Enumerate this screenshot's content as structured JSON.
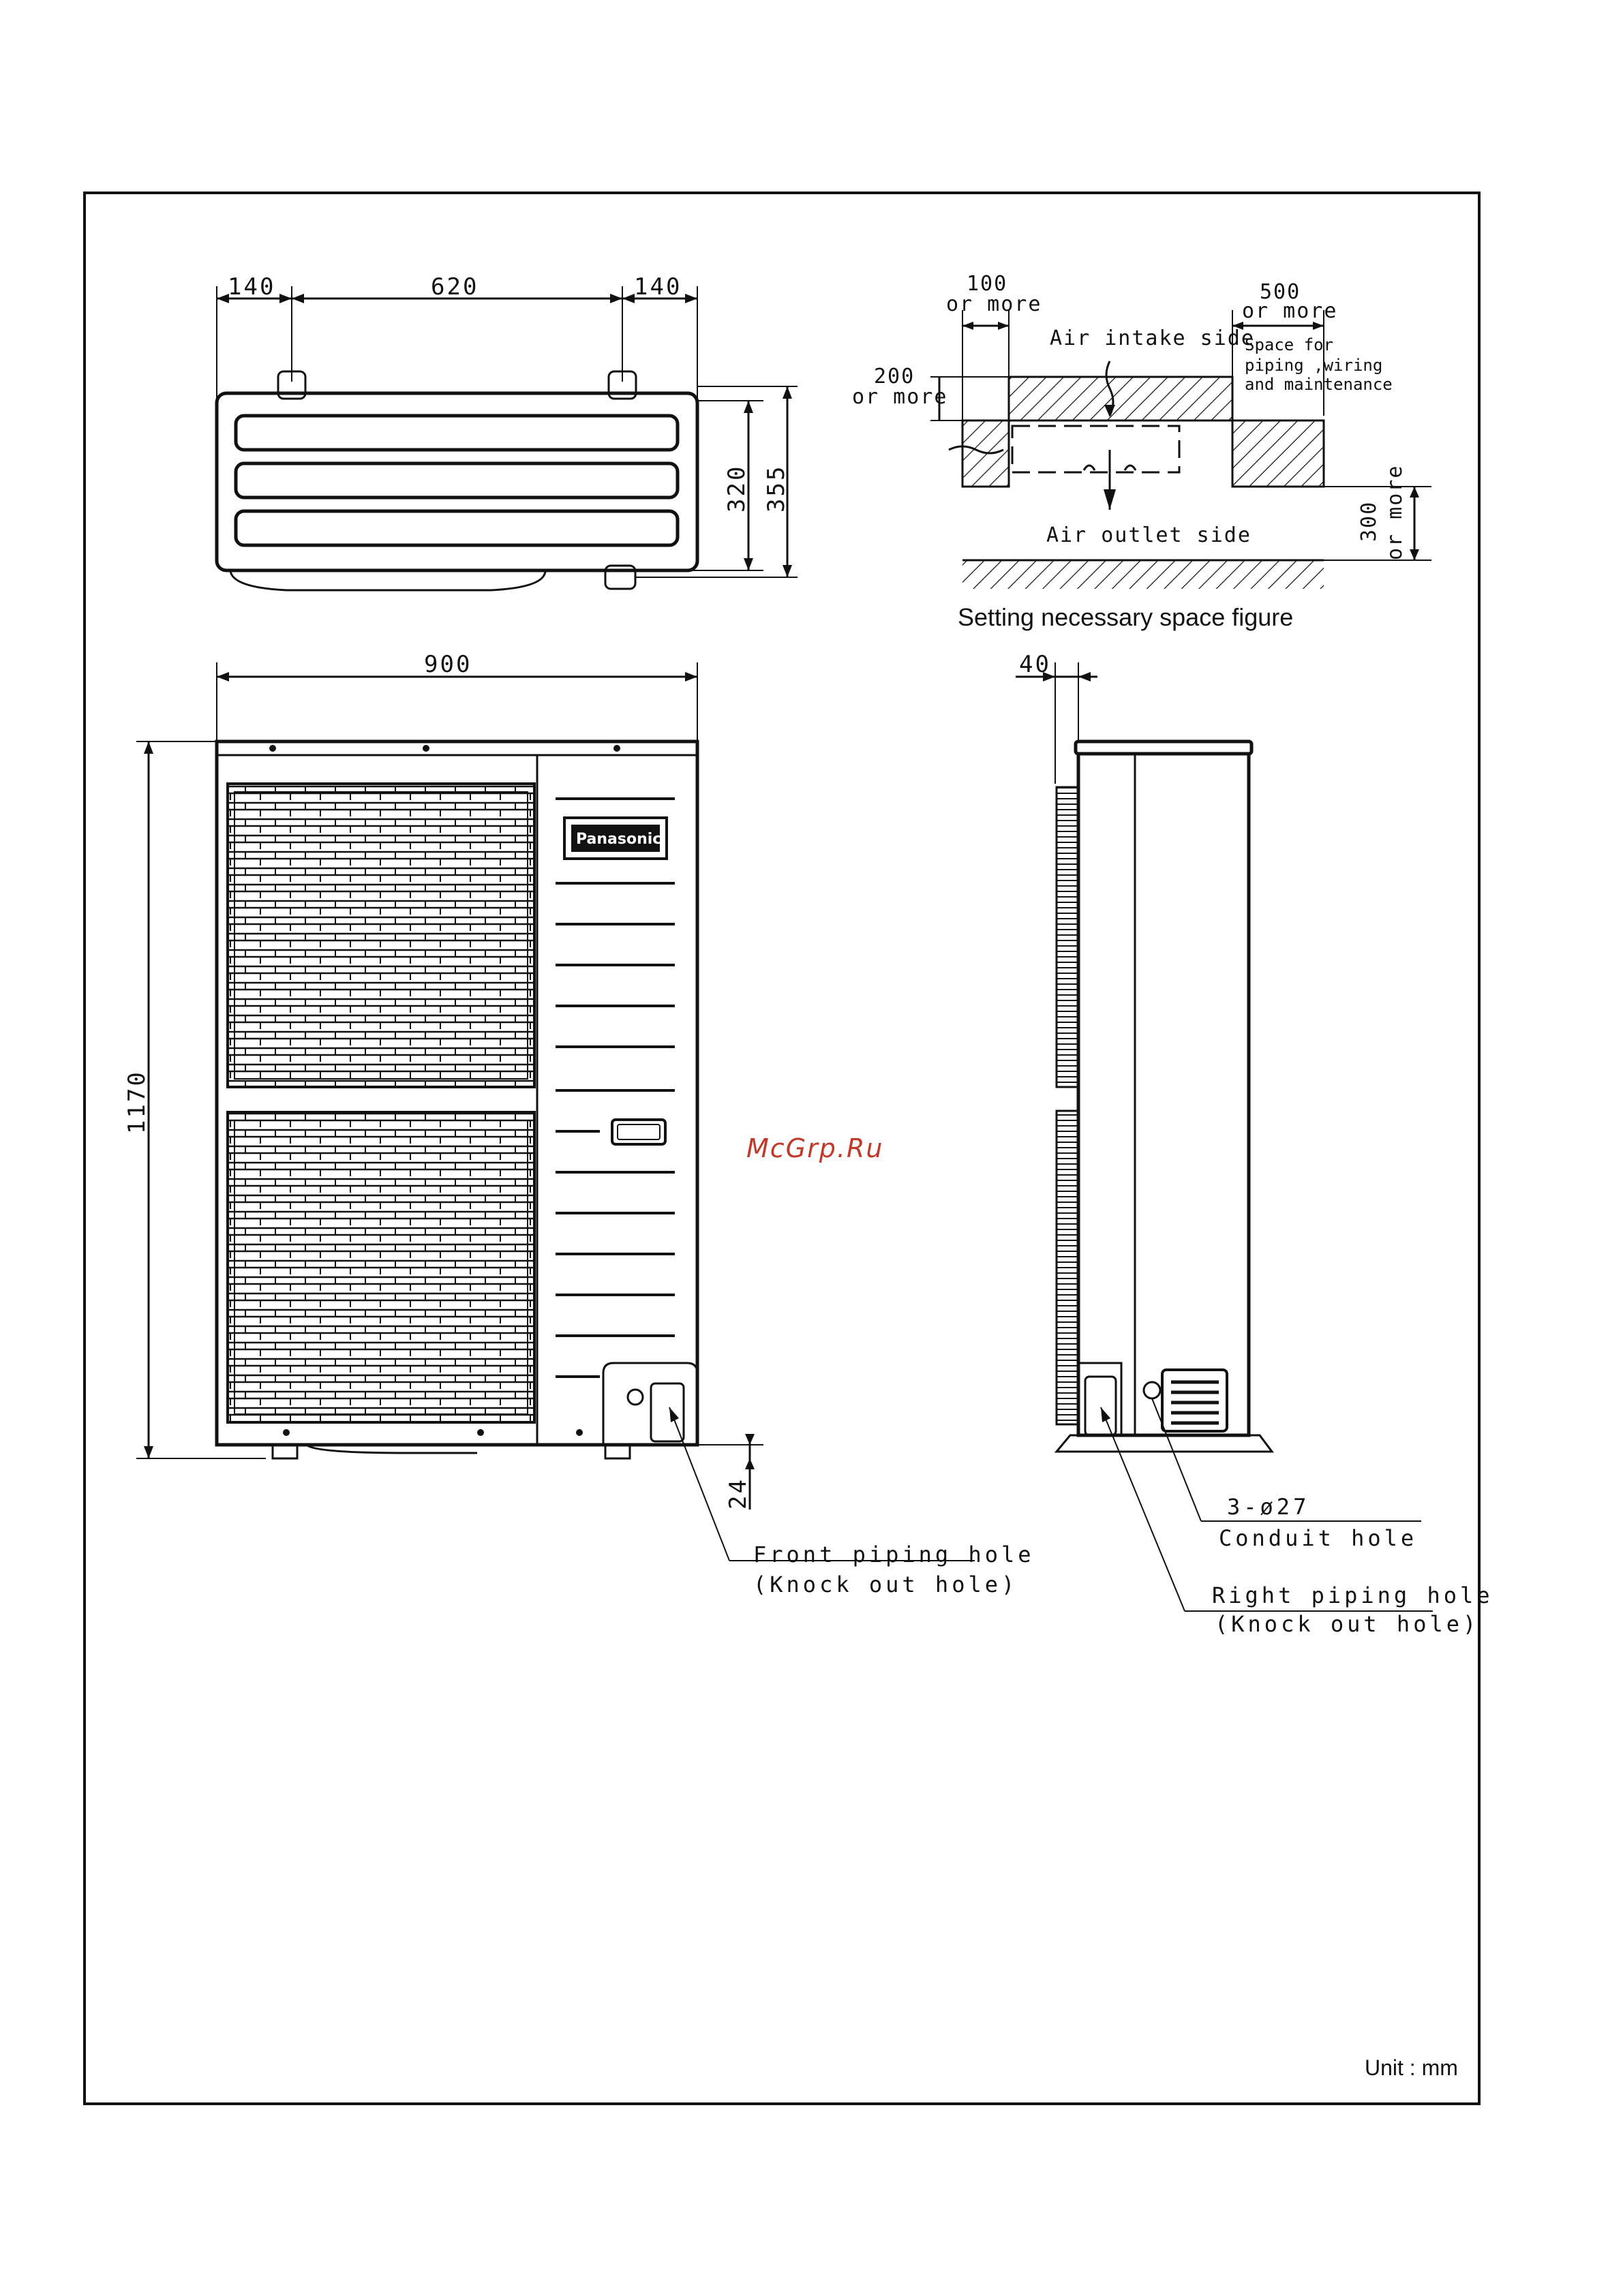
{
  "top_view": {
    "dim_left": "140",
    "dim_middle": "620",
    "dim_right": "140",
    "dim_depth_inner": "320",
    "dim_depth_outer": "355"
  },
  "space_figure": {
    "left_clearance_value": "100",
    "left_clearance_suffix": "or more",
    "intake_clearance_value": "200",
    "intake_clearance_suffix": "or more",
    "right_clearance_value": "500",
    "right_clearance_suffix": "or more",
    "service_note_line1": "Space for",
    "service_note_line2": "piping ,wiring",
    "service_note_line3": "and maintenance",
    "air_intake_label": "Air intake side",
    "air_outlet_label": "Air outlet side",
    "outlet_clearance_value": "300",
    "outlet_clearance_suffix": "or more",
    "caption": "Setting necessary space figure"
  },
  "front_view": {
    "dim_width": "900",
    "dim_height": "1170",
    "dim_foot": "24",
    "front_hole_line1": "Front piping hole",
    "front_hole_line2": "(Knock out hole)"
  },
  "side_view": {
    "dim_top": "40",
    "conduit_line1": "3-ø27",
    "conduit_line2": "Conduit hole",
    "right_hole_line1": "Right piping hole",
    "right_hole_line2": "(Knock out hole)"
  },
  "brand_badge": "Panasonic",
  "watermark": "McGrp.Ru",
  "unit_note": "Unit : mm"
}
